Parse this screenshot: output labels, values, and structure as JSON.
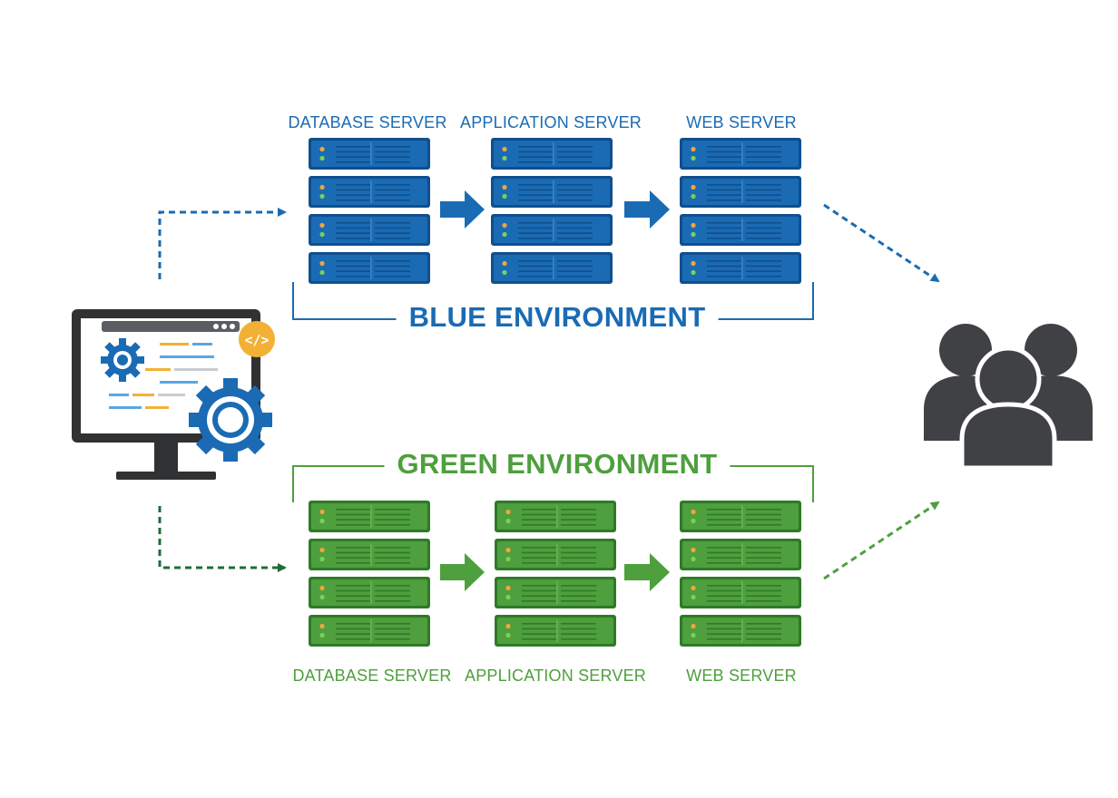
{
  "colors": {
    "blue": "#1a6bb3",
    "blue_dark": "#0f4f8e",
    "green": "#4e9f3d",
    "green_dark": "#2f7a28",
    "arrow_dark_green": "#1f6b3a",
    "users": "#3f4144",
    "monitor": "#2f3133"
  },
  "blue_env": {
    "title": "BLUE ENVIRONMENT",
    "servers": [
      {
        "label": "DATABASE SERVER"
      },
      {
        "label": "APPLICATION SERVER"
      },
      {
        "label": "WEB SERVER"
      }
    ]
  },
  "green_env": {
    "title": "GREEN ENVIRONMENT",
    "servers": [
      {
        "label": "DATABASE SERVER"
      },
      {
        "label": "APPLICATION SERVER"
      },
      {
        "label": "WEB SERVER"
      }
    ]
  },
  "icons": {
    "developer": "computer-with-gears-icon",
    "code_badge": "code-icon",
    "users": "users-group-icon",
    "server": "server-rack-icon"
  },
  "code_badge_text": "</>"
}
